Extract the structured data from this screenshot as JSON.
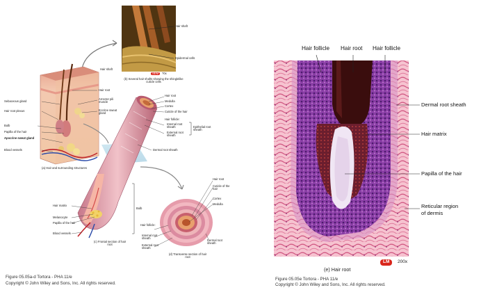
{
  "left_figure": {
    "panel_a": {
      "caption": "(a) Hair and surrounding structures",
      "labels": {
        "hair_shaft": "Hair shaft",
        "hair_root": "Hair root",
        "arrector_pili_muscle": "Arrector pili muscle",
        "sebaceous_gland": "Sebaceous gland",
        "hair_root_plexus": "Hair root plexus",
        "eccrine_sweat_gland": "Eccrine sweat gland",
        "bulb": "Bulb",
        "papilla_of_the_hair": "Papilla of the hair",
        "apocrine_sweat_gland": "Apocrine sweat gland",
        "blood_vessels": "Blood vessels"
      }
    },
    "panel_b": {
      "caption": "(b) Several hair shafts showing the shinglelike cuticle cells",
      "labels": {
        "hair_shaft": "Hair shaft",
        "epidermal_cells": "Epidermal cells"
      },
      "badge": "SEM",
      "magnification": "?0x"
    },
    "panel_c": {
      "caption": "(c) Frontal section of hair root",
      "labels": {
        "hair_root": "Hair root",
        "medulla": "Medulla",
        "cortex": "Cortex",
        "cuticle_of_the_hair": "Cuticle of the hair",
        "hair_follicle": "Hair follicle:",
        "internal_root_sheath": "Internal root sheath",
        "external_root_sheath": "External root sheath",
        "epithelial_root_sheath": "Epithelial root sheath",
        "dermal_root_sheath": "Dermal root sheath",
        "hair_matrix": "Hair matrix",
        "melanocyte": "Melanocyte",
        "papilla_of_the_hair": "Papilla of the hair",
        "blood_vessels": "Blood vessels",
        "bulb": "Bulb"
      }
    },
    "panel_d": {
      "caption": "(d) Transverse section of hair root",
      "labels": {
        "hair_root": "Hair root",
        "cuticle_of_the_hair": "Cuticle of the hair",
        "cortex": "Cortex",
        "medulla": "Medulla",
        "hair_follicle": "Hair follicle:",
        "internal_root_sheath": "Internal root sheath",
        "external_root_sheath": "External root sheath",
        "dermal_root_sheath": "Dermal root sheath"
      }
    },
    "figure_ref": "Figure 05.05a-d  Tortora - PHA 11/e",
    "copyright": "Copyright © John Wiley and Sons, Inc. All rights reserved."
  },
  "right_figure": {
    "labels": {
      "hair_follicle_left": "Hair follicle",
      "hair_root": "Hair root",
      "hair_follicle_right": "Hair follicle",
      "dermal_root_sheath": "Dermal root sheath",
      "hair_matrix": "Hair matrix",
      "papilla_of_the_hair": "Papilla of the hair",
      "reticular_region_line1": "Reticular region",
      "reticular_region_line2": "of dermis"
    },
    "badge": "LM",
    "magnification": "200x",
    "caption": "(e) Hair root",
    "figure_ref": "Figure 05.05e  Tortora - PHA 11/e",
    "copyright": "Copyright © John Wiley and Sons, Inc. All rights reserved."
  },
  "colors": {
    "badge_red": "#d9261c",
    "tissue_purple": "#6a2a8c",
    "tissue_pink": "#f2b8c6",
    "hair_dark": "#3a0d0d"
  }
}
